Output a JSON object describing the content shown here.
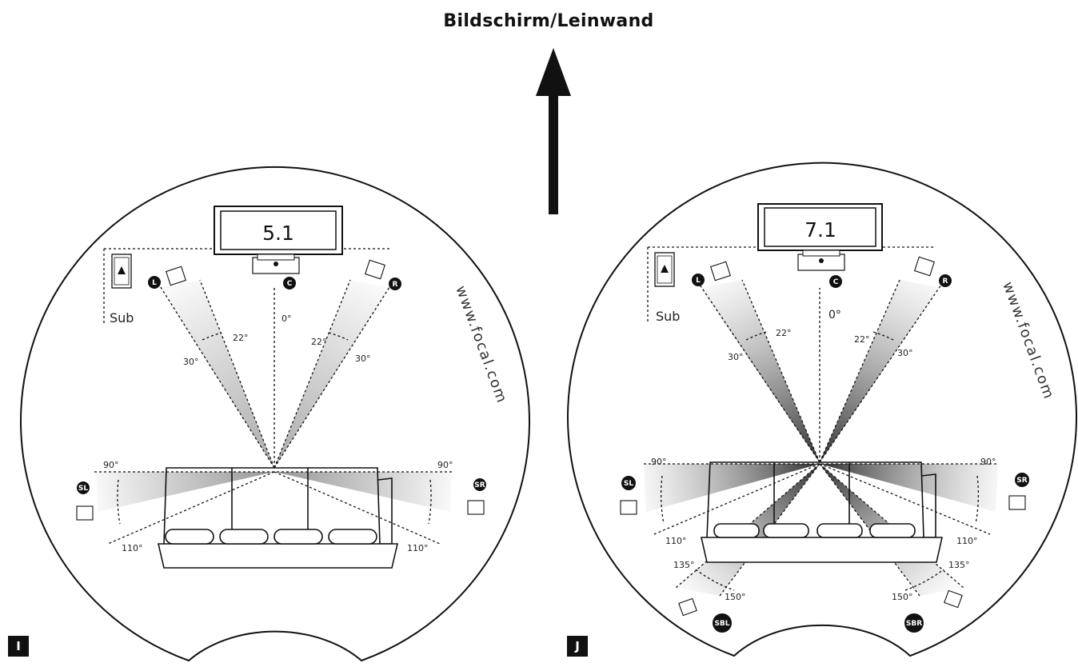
{
  "title": "Bildschirm/Leinwand",
  "url": "www.focal.com",
  "sub_label": "Sub",
  "left": {
    "config": "5.1",
    "corner": "I",
    "speakers": {
      "L": "L",
      "C": "C",
      "R": "R",
      "SL": "SL",
      "SR": "SR"
    },
    "angles": {
      "center": "0°",
      "front_inner": "22°",
      "front_outer": "30°",
      "side": "90°",
      "side_back": "110°"
    }
  },
  "right": {
    "config": "7.1",
    "corner": "J",
    "speakers": {
      "L": "L",
      "C": "C",
      "R": "R",
      "SL": "SL",
      "SR": "SR",
      "SBL": "SBL",
      "SBR": "SBR"
    },
    "angles": {
      "center": "0°",
      "front_inner": "22°",
      "front_outer": "30°",
      "side": "90°",
      "side_back": "110°",
      "back_inner": "135°",
      "back_outer": "150°"
    }
  },
  "colors": {
    "ink": "#111111",
    "wedge": "#8a8a8a",
    "background": "#ffffff"
  }
}
